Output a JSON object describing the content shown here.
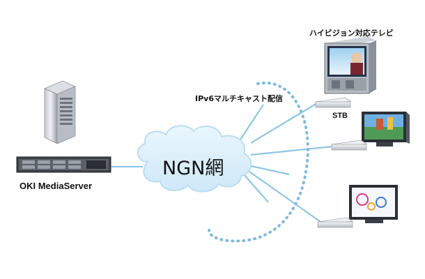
{
  "labels": {
    "server": "OKI MediaServer",
    "network": "NGN網",
    "multicast": "IPv6マルチキャスト配信",
    "stb": "STB",
    "hdtv": "ハイビジョン対応テレビ"
  },
  "colors": {
    "link": "#8ec6e6",
    "cloud": "#d8eefa",
    "cloud_edge": "#b9ddf2",
    "dotted_ring": "#7fb9de"
  },
  "icons": [
    "tower-server-icon",
    "rack-server-icon",
    "cloud-icon",
    "crt-tv-icon",
    "flat-tv-icon",
    "set-top-box-icon"
  ]
}
